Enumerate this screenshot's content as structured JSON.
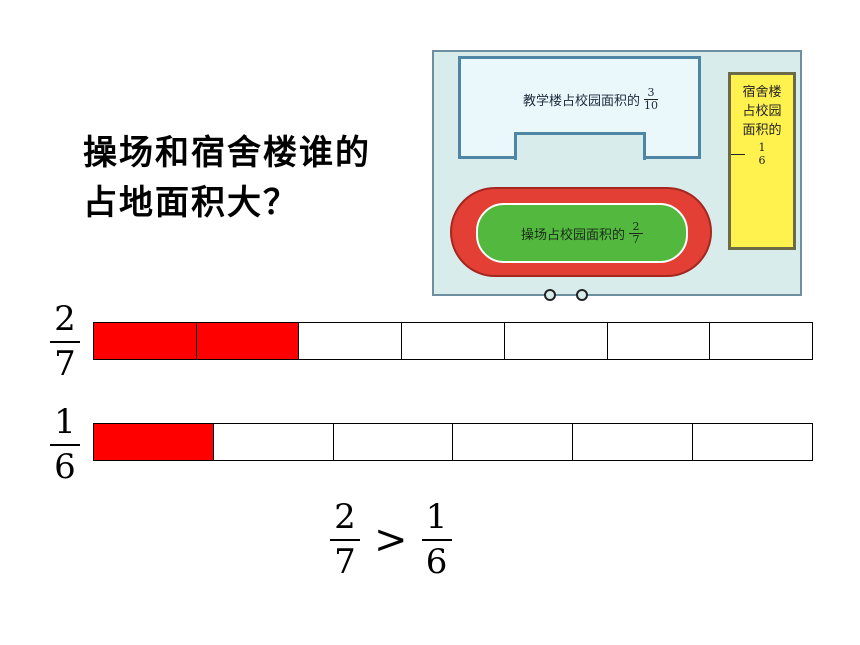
{
  "question": {
    "line1": "操场和宿舍楼谁的",
    "line2": "占地面积大？"
  },
  "map": {
    "building_label": "教学楼占校园面积的",
    "building_num": "3",
    "building_den": "10",
    "dorm_line1": "宿舍楼",
    "dorm_line2": "占校园",
    "dorm_line3": "面积的",
    "dorm_num": "1",
    "dorm_den": "6",
    "field_label": "操场占校园面积的",
    "field_num": "2",
    "field_den": "7"
  },
  "strips": [
    {
      "num": "2",
      "den": "7",
      "total_parts": 7,
      "shaded_parts": 2
    },
    {
      "num": "1",
      "den": "6",
      "total_parts": 6,
      "shaded_parts": 1
    }
  ],
  "comparison": {
    "left_num": "2",
    "left_den": "7",
    "symbol": ">",
    "right_num": "1",
    "right_den": "6"
  },
  "colors": {
    "shaded": "#ff0000",
    "field": "#53b83e",
    "track": "#e33f35",
    "dorm": "#fff24f"
  }
}
